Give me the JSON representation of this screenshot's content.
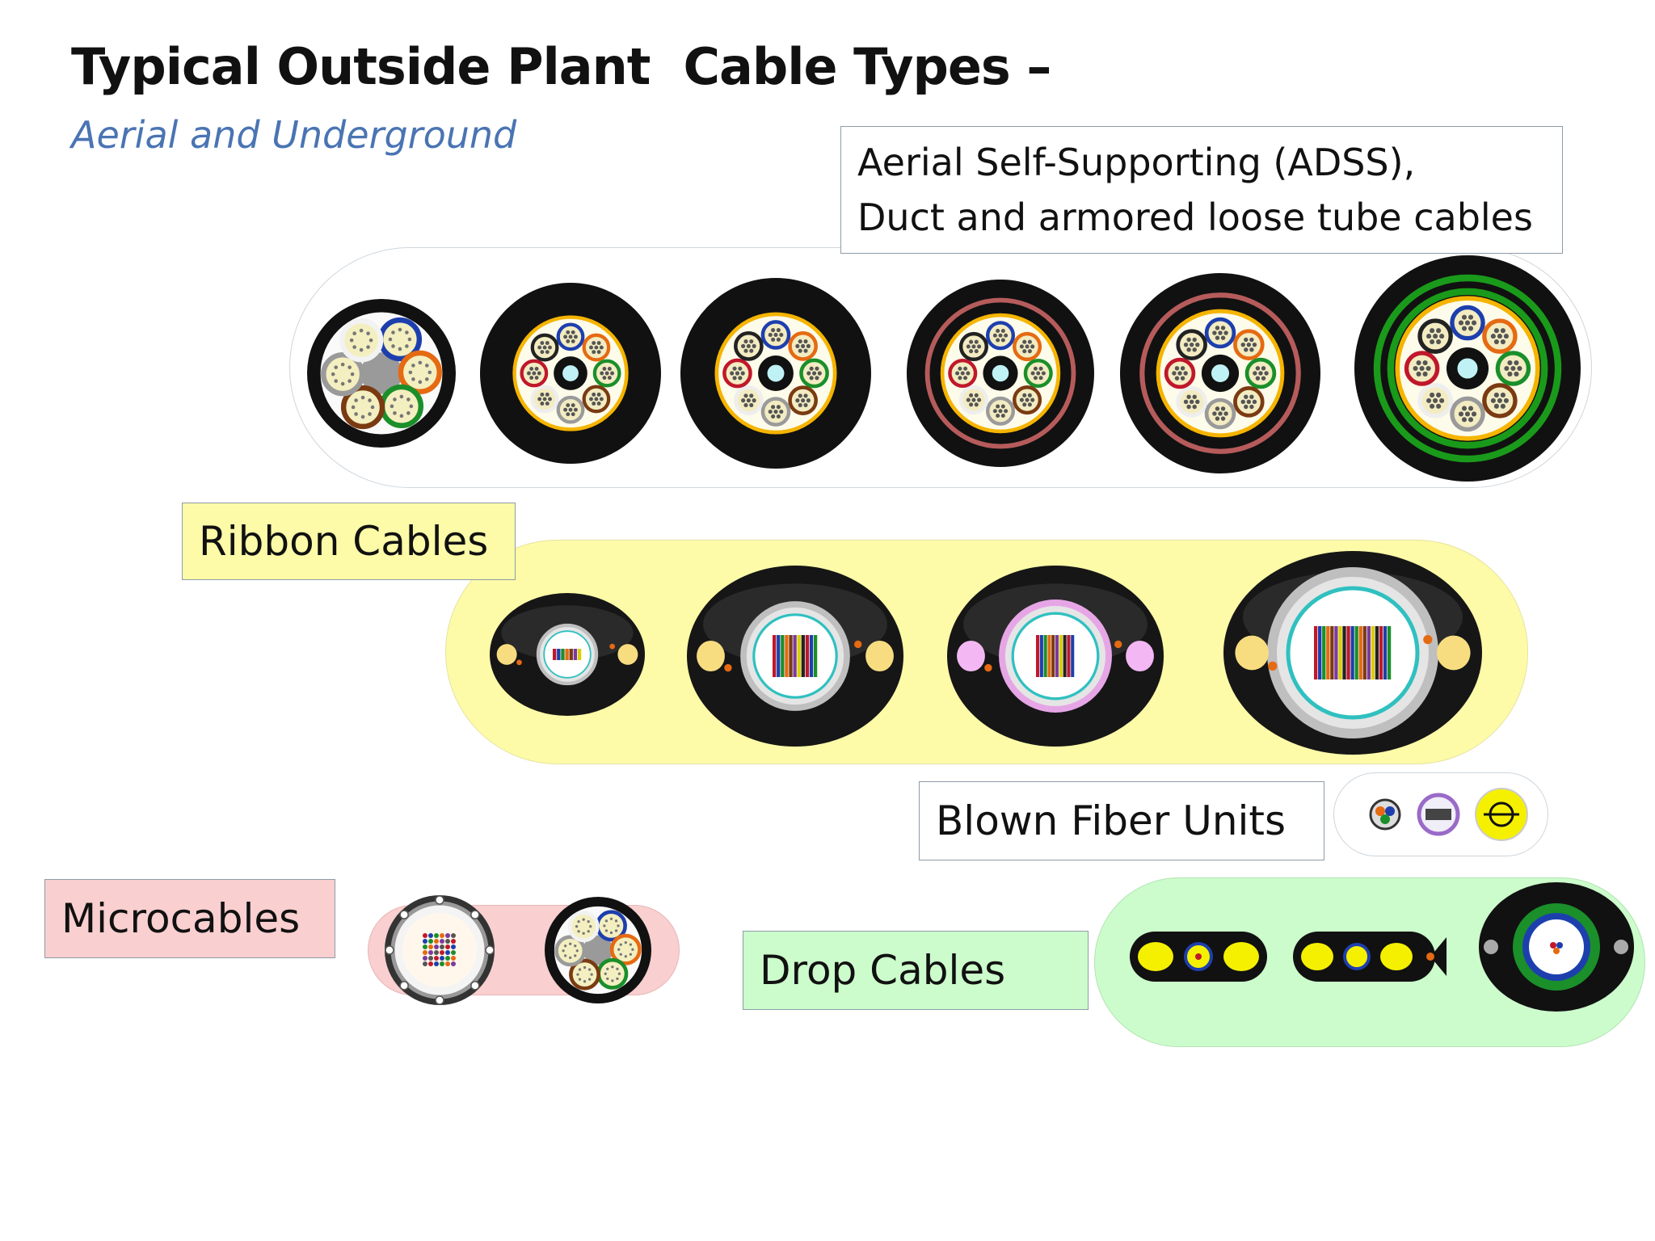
{
  "title": "Typical Outside Plant  Cable Types –",
  "subtitle": "Aerial and Underground",
  "groups": {
    "adss": {
      "label_line1": "Aerial Self-Supporting (ADSS),",
      "label_line2": "Duct and armored loose tube cables",
      "fill": "#ffffff"
    },
    "ribbon": {
      "label": "Ribbon Cables",
      "fill": "#fdfba8"
    },
    "blown": {
      "label": "Blown Fiber Units",
      "fill": "#ffffff"
    },
    "micro": {
      "label": "Microcables",
      "fill": "#f9cfcf"
    },
    "drop": {
      "label": "Drop Cables",
      "fill": "#ccfccc"
    }
  },
  "colors": {
    "jacket": "#111111",
    "armor_yellow": "#f5b400",
    "armor_red": "#b65b5b",
    "armor_green": "#1a9a1a",
    "subtitle": "#4a74b3"
  }
}
